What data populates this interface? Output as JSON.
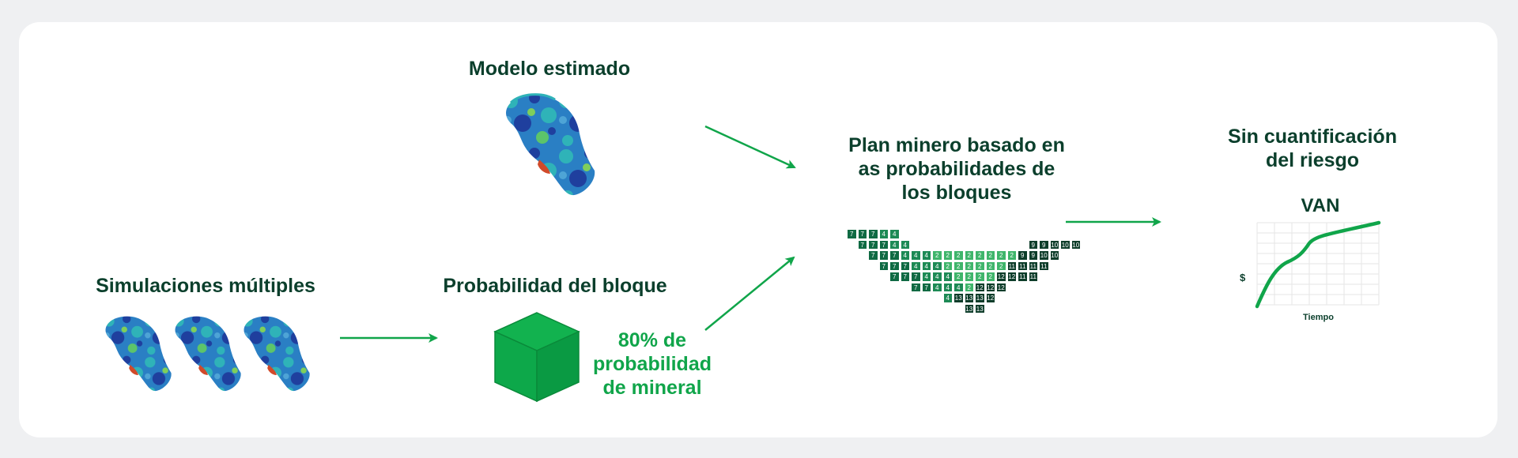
{
  "titles": {
    "estimated_model": "Modelo estimado",
    "multiple_simulations": "Simulaciones múltiples",
    "block_probability": "Probabilidad del bloque",
    "mine_plan": [
      "Plan minero basado en",
      "as probabilidades de",
      "los bloques"
    ],
    "no_risk": [
      "Sin cuantificación",
      "del riesgo"
    ]
  },
  "probability_text": [
    "80% de",
    "probabilidad",
    "de mineral"
  ],
  "npv_chart": {
    "title": "VAN",
    "ylabel": "$",
    "xlabel": "Tiempo"
  },
  "colors": {
    "accent_green": "#10a54a",
    "dark_green": "#0b3f2c"
  },
  "block_plan": {
    "rows": [
      [
        "7",
        "7",
        "7",
        "4",
        "4",
        "",
        "",
        "",
        "",
        "",
        "",
        "",
        "",
        "",
        "",
        "",
        "",
        "",
        "",
        "",
        "",
        ""
      ],
      [
        "",
        "7",
        "7",
        "7",
        "4",
        "4",
        "",
        "",
        "",
        "",
        "",
        "",
        "",
        "",
        "",
        "",
        "",
        "9",
        "9",
        "10",
        "10",
        "10"
      ],
      [
        "",
        "",
        "7",
        "7",
        "7",
        "4",
        "4",
        "4",
        "2",
        "2",
        "2",
        "2",
        "2",
        "2",
        "2",
        "2",
        "9",
        "9",
        "10",
        "10",
        "",
        ""
      ],
      [
        "",
        "",
        "",
        "7",
        "7",
        "7",
        "4",
        "4",
        "4",
        "2",
        "2",
        "2",
        "2",
        "2",
        "2",
        "11",
        "11",
        "11",
        "11",
        "",
        "",
        ""
      ],
      [
        "",
        "",
        "",
        "",
        "7",
        "7",
        "7",
        "4",
        "4",
        "4",
        "2",
        "2",
        "2",
        "2",
        "12",
        "12",
        "11",
        "11",
        "",
        "",
        "",
        ""
      ],
      [
        "",
        "",
        "",
        "",
        "",
        "",
        "7",
        "7",
        "4",
        "4",
        "4",
        "2",
        "12",
        "12",
        "12",
        "",
        "",
        "",
        "",
        "",
        "",
        ""
      ],
      [
        "",
        "",
        "",
        "",
        "",
        "",
        "",
        "",
        "",
        "4",
        "13",
        "13",
        "13",
        "12",
        "",
        "",
        "",
        "",
        "",
        "",
        "",
        ""
      ],
      [
        "",
        "",
        "",
        "",
        "",
        "",
        "",
        "",
        "",
        "",
        "",
        "13",
        "13",
        "",
        "",
        "",
        "",
        "",
        "",
        "",
        "",
        ""
      ]
    ]
  }
}
